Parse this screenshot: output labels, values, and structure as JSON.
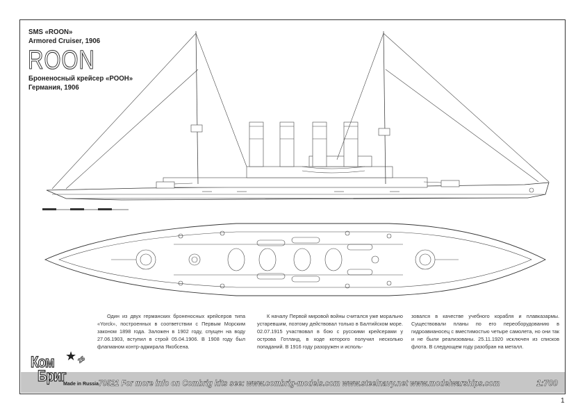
{
  "title_block": {
    "line1": "SMS «ROON»",
    "line2": "Armored Cruiser, 1906",
    "ship_name": "ROON",
    "line3": "Броненосный крейсер «РООН»",
    "line4": "Германия, 1906"
  },
  "description": {
    "col1": "Один из двух германских броненосных крейсеров типа «Yorck», построенных в соответствии с Первым Морским законом 1898 года. Заложен в 1902 году, спущен на воду 27.06.1903, вступил в строй 05.04.1906. В 1908 году был флагманом контр-адмирала Якобсена.",
    "col2": "К началу Первой мировой войны считался уже морально устаревшим, поэтому действовал только в Балтийском море. 02.07.1915 участвовал в бою с русскими крейсерами у острова Готланд, в ходе которого получил несколько попаданий. В 1916 году разоружен и исполь-",
    "col3": "зовался в качестве учебного корабля и плавказармы. Существовали планы по его переоборудованию в гидроавианосец с вместимостью четыре самолета, но они так и не были реализованы. 25.11.1920 исключен из списков флота. В следующем году разобран на металл."
  },
  "logo": {
    "kom": "Ком",
    "brig": "Бриг",
    "made": "Made in Russia",
    "anniversary": "25"
  },
  "footer": {
    "text": "70521 For more info on Combrig kits see: www.combrig-models.com www.steelnavy.net www.modelwarships.com",
    "scale": "1:700"
  },
  "page_number": "1"
}
